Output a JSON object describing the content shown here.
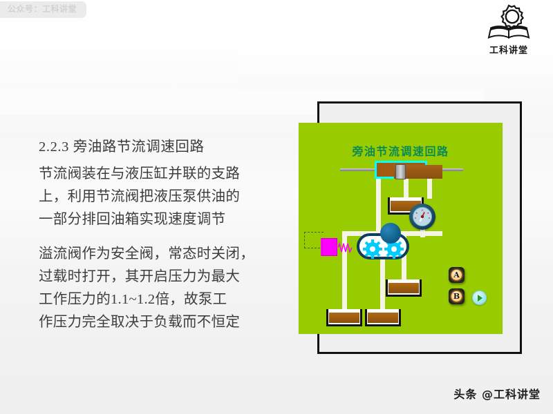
{
  "watermarks": {
    "top_left": "公众号：工科讲堂",
    "bottom_right": "头条 @工科讲堂"
  },
  "logo": {
    "name": "gear-book-logo",
    "text": "工科讲堂"
  },
  "slide": {
    "heading": "2.2.3  旁油路节流调速回路",
    "paragraph_1_lines": [
      "节流阀装在与液压缸并联的支路",
      "上，利用节流阀把液压泵供油的",
      "一部分排回油箱实现速度调节"
    ],
    "paragraph_2_lines": [
      "溢流阀作为安全阀，常态时关闭，",
      "过载时打开，其开启压力为最大",
      "工作压力的1.1~1.2倍，故泵工",
      "作压力完全取决于负载而不恒定"
    ]
  },
  "diagram": {
    "title": "旁油节流调速回路",
    "panel_color": "#9c0",
    "title_color": "#0a8a55",
    "components": {
      "cylinder": "hydraulic-cylinder",
      "pump": "gear-pump",
      "relief_valve": "relief-valve",
      "gauge": "pressure-gauge",
      "junction": "pipe-junction",
      "tanks": [
        "tank-top-center",
        "tank-mid-right",
        "tank-bottom-left",
        "tank-bottom-center"
      ]
    },
    "buttons": [
      {
        "name": "button-a",
        "label": "A"
      },
      {
        "name": "button-b",
        "label": "B"
      },
      {
        "name": "play-button",
        "label": ""
      }
    ]
  }
}
